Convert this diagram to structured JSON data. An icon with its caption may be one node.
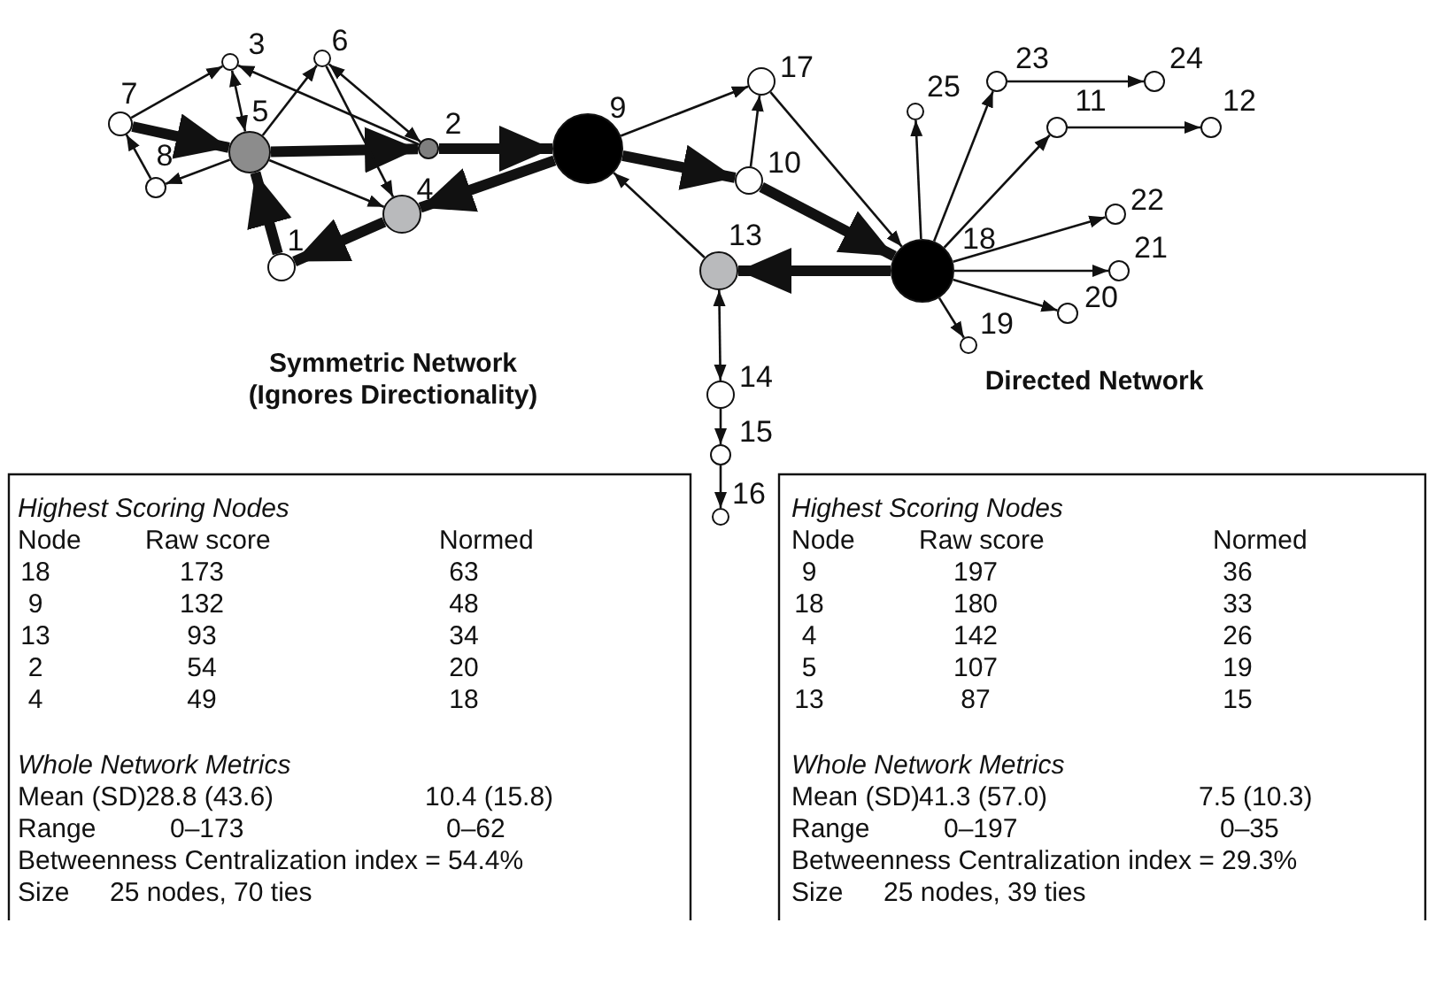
{
  "diagram": {
    "nodes": [
      {
        "text": [],
        "shape": "circle",
        "beside": [
          "1"
        ]
      },
      {
        "text": [],
        "shape": "circle",
        "beside": [
          "2"
        ]
      },
      {
        "text": [],
        "shape": "circle",
        "beside": [
          "3"
        ]
      },
      {
        "text": [],
        "shape": "circle",
        "beside": [
          "4"
        ]
      },
      {
        "text": [],
        "shape": "circle",
        "beside": [
          "5"
        ]
      },
      {
        "text": [],
        "shape": "circle",
        "beside": [
          "6"
        ]
      },
      {
        "text": [],
        "shape": "circle",
        "beside": [
          "7"
        ]
      },
      {
        "text": [],
        "shape": "circle",
        "beside": [
          "8"
        ]
      },
      {
        "text": [],
        "shape": "circle",
        "beside": [
          "9"
        ]
      },
      {
        "text": [],
        "shape": "circle",
        "beside": [
          "10"
        ]
      },
      {
        "text": [],
        "shape": "circle",
        "beside": [
          "11"
        ]
      },
      {
        "text": [],
        "shape": "circle",
        "beside": [
          "12"
        ]
      },
      {
        "text": [],
        "shape": "circle",
        "beside": [
          "13"
        ]
      },
      {
        "text": [],
        "shape": "circle",
        "beside": [
          "14"
        ]
      },
      {
        "text": [],
        "shape": "circle",
        "beside": [
          "15"
        ]
      },
      {
        "text": [],
        "shape": "circle",
        "beside": [
          "16"
        ]
      },
      {
        "text": [],
        "shape": "circle",
        "beside": [
          "17"
        ]
      },
      {
        "text": [],
        "shape": "circle",
        "beside": [
          "18"
        ]
      },
      {
        "text": [],
        "shape": "circle",
        "beside": [
          "19"
        ]
      },
      {
        "text": [],
        "shape": "circle",
        "beside": [
          "20"
        ]
      },
      {
        "text": [],
        "shape": "circle",
        "beside": [
          "21"
        ]
      },
      {
        "text": [],
        "shape": "circle",
        "beside": [
          "22"
        ]
      },
      {
        "text": [],
        "shape": "circle",
        "beside": [
          "23"
        ]
      },
      {
        "text": [],
        "shape": "circle",
        "beside": [
          "24"
        ]
      },
      {
        "text": [],
        "shape": "circle",
        "beside": [
          "25"
        ]
      }
    ],
    "edges": [
      {
        "from": 6,
        "to": 2,
        "arrow": "to"
      },
      {
        "from": 6,
        "to": 4,
        "arrow": "to",
        "style": "thick"
      },
      {
        "from": 7,
        "to": 6,
        "arrow": "to"
      },
      {
        "from": 4,
        "to": 7,
        "arrow": "to"
      },
      {
        "from": 4,
        "to": 2,
        "arrow": "both"
      },
      {
        "from": 4,
        "to": 5,
        "arrow": "to"
      },
      {
        "from": 4,
        "to": 1,
        "arrow": "to",
        "style": "thick"
      },
      {
        "from": 4,
        "to": 3,
        "arrow": "to"
      },
      {
        "from": 1,
        "to": 2,
        "arrow": "to"
      },
      {
        "from": 5,
        "to": 1,
        "arrow": "both"
      },
      {
        "from": 5,
        "to": 3,
        "arrow": "to"
      },
      {
        "from": 0,
        "to": 4,
        "arrow": "to",
        "style": "thick"
      },
      {
        "from": 3,
        "to": 0,
        "arrow": "to",
        "style": "thick"
      },
      {
        "from": 1,
        "to": 8,
        "arrow": "to",
        "style": "thick"
      },
      {
        "from": 8,
        "to": 3,
        "arrow": "to",
        "style": "thick"
      },
      {
        "from": 8,
        "to": 16,
        "arrow": "to"
      },
      {
        "from": 8,
        "to": 9,
        "arrow": "to",
        "style": "thick"
      },
      {
        "from": 9,
        "to": 16,
        "arrow": "to"
      },
      {
        "from": 16,
        "to": 17,
        "arrow": "to"
      },
      {
        "from": 9,
        "to": 17,
        "arrow": "to",
        "style": "thick"
      },
      {
        "from": 12,
        "to": 8,
        "arrow": "to"
      },
      {
        "from": 17,
        "to": 12,
        "arrow": "to",
        "style": "thick"
      },
      {
        "from": 12,
        "to": 13,
        "arrow": "both"
      },
      {
        "from": 13,
        "to": 14,
        "arrow": "to"
      },
      {
        "from": 14,
        "to": 15,
        "arrow": "to"
      },
      {
        "from": 17,
        "to": 24,
        "arrow": "to"
      },
      {
        "from": 17,
        "to": 22,
        "arrow": "to"
      },
      {
        "from": 22,
        "to": 23,
        "arrow": "to"
      },
      {
        "from": 17,
        "to": 10,
        "arrow": "to"
      },
      {
        "from": 10,
        "to": 11,
        "arrow": "to"
      },
      {
        "from": 17,
        "to": 21,
        "arrow": "to"
      },
      {
        "from": 17,
        "to": 20,
        "arrow": "to"
      },
      {
        "from": 17,
        "to": 19,
        "arrow": "to"
      },
      {
        "from": 17,
        "to": 18,
        "arrow": "to"
      }
    ],
    "labels": [
      "Symmetric Network (Ignores Directionality)",
      "Directed Network",
      "Highest Scoring Nodes",
      "Node",
      "Raw score",
      "Normed",
      "18",
      "173",
      "63",
      "9",
      "132",
      "48",
      "13",
      "93",
      "34",
      "2",
      "54",
      "20",
      "4",
      "49",
      "18",
      "Whole Network Metrics",
      "Mean (SD)",
      "28.8 (43.6)",
      "10.4 (15.8)",
      "Range",
      "0–173",
      "0–62",
      "Betweenness Centralization index = 54.4%",
      "Size",
      "25 nodes, 70 ties",
      "Highest Scoring Nodes",
      "Node",
      "Raw score",
      "Normed",
      "9",
      "197",
      "36",
      "18",
      "180",
      "33",
      "4",
      "142",
      "26",
      "5",
      "107",
      "19",
      "13",
      "87",
      "15",
      "Whole Network Metrics",
      "Mean (SD)",
      "41.3 (57.0)",
      "7.5 (10.3)",
      "Range",
      "0–197",
      "0–35",
      "Betweenness Centralization index = 29.3%",
      "Size",
      "25 nodes, 39 ties"
    ]
  }
}
